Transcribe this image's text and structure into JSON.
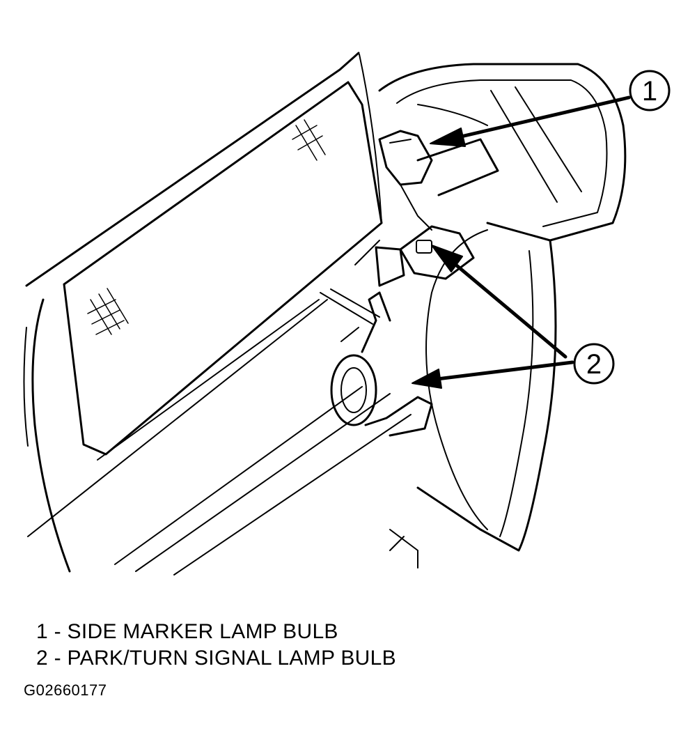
{
  "callouts": [
    {
      "number": "1",
      "label": "SIDE MARKER LAMP BULB"
    },
    {
      "number": "2",
      "label": "PARK/TURN SIGNAL LAMP BULB"
    }
  ],
  "legend": [
    "1 - SIDE MARKER LAMP BULB",
    "2 - PARK/TURN SIGNAL LAMP BULB"
  ],
  "figure_id": "G02660177",
  "colors": {
    "line": "#000000",
    "background": "#ffffff"
  }
}
